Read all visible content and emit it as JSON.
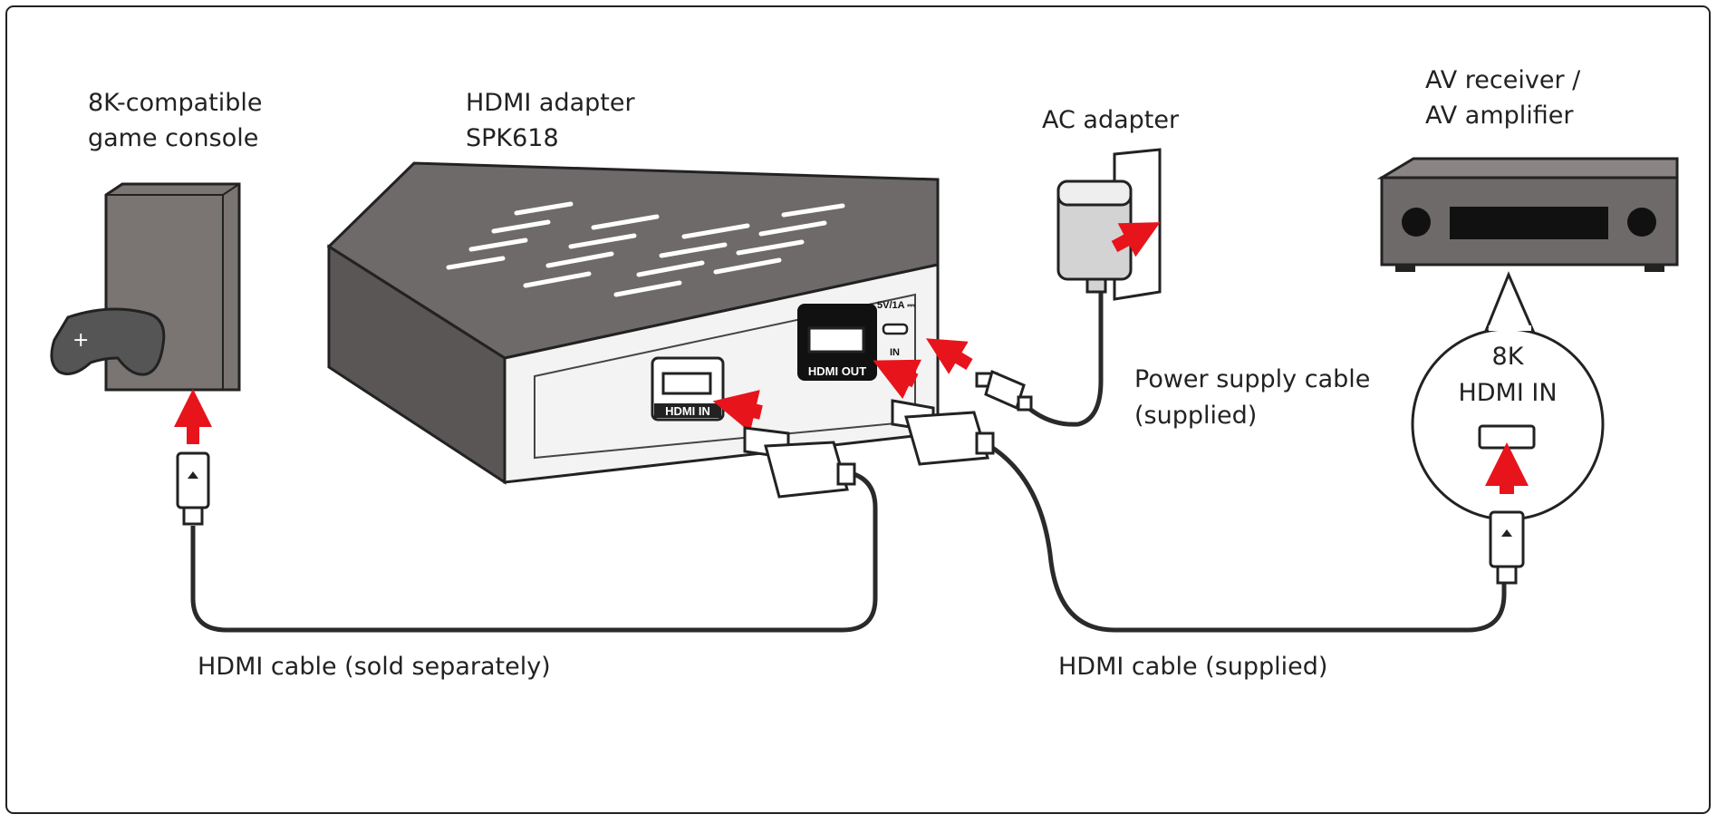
{
  "labels": {
    "console_line1": "8K-compatible",
    "console_line2": "game console",
    "adapter_line1": "HDMI adapter",
    "adapter_line2": "SPK618",
    "ac_adapter": "AC adapter",
    "receiver_line1": "AV receiver /",
    "receiver_line2": "AV amplifier",
    "power_line1": "Power supply cable",
    "power_line2": "(supplied)",
    "bubble_line1": "8K",
    "bubble_line2": "HDMI IN",
    "cable_left": "HDMI cable (sold separately)",
    "cable_right": "HDMI cable (supplied)"
  },
  "ports": {
    "hdmi_in": "HDMI IN",
    "hdmi_out": "HDMI OUT",
    "power_rating": "5V/1A ⎓",
    "power_in": "IN"
  },
  "colors": {
    "arrow": "#e8141b",
    "device_gray": "#6e6a69",
    "device_dark": "#3d3a3a",
    "cable": "#2a2a2a"
  }
}
